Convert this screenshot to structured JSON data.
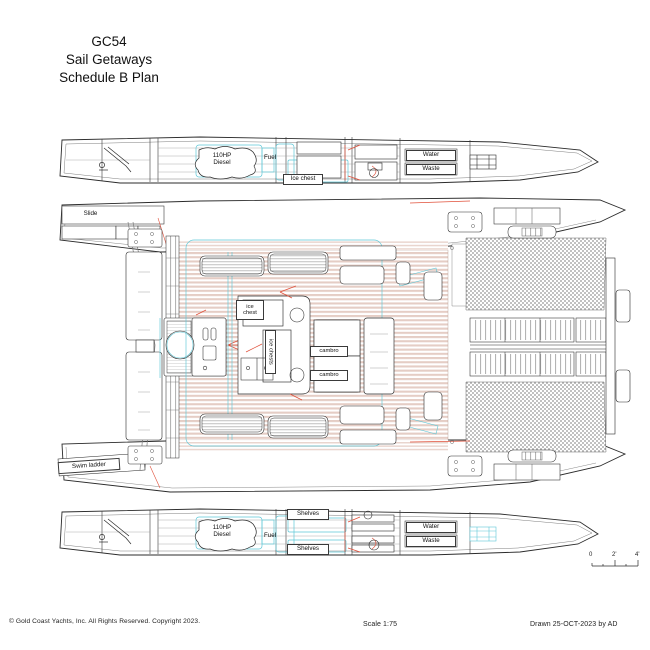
{
  "document": {
    "title_lines": [
      "GC54",
      "Sail Getaways",
      "Schedule B Plan"
    ],
    "drawing_type": "yacht-general-arrangement-plan"
  },
  "footer": {
    "copyright": "© Gold Coast Yachts, Inc. All Rights Reserved. Copyright 2023.",
    "scale": "Scale 1:75",
    "drawn": "Drawn 25-OCT-2023 by AD"
  },
  "scale_bar": {
    "ticks": [
      "0",
      "2'",
      "4'"
    ]
  },
  "views": {
    "top_hull": {
      "name": "upper hull plan",
      "labels": {
        "engine": "110HP\nDiesel",
        "engine_line1": "110HP",
        "engine_line2": "Diesel",
        "fuel": "Fuel",
        "ice_chest": "Ice chest",
        "water": "Water",
        "waste": "Waste"
      }
    },
    "main_deck": {
      "name": "main deck plan",
      "labels": {
        "slide": "Slide",
        "swim_ladder": "Swim ladder",
        "ice_chest_line1": "ice",
        "ice_chest_line2": "chest",
        "ice_chests": "ice chests",
        "cambro_1": "cambro",
        "cambro_2": "cambro"
      }
    },
    "bottom_hull": {
      "name": "lower hull plan",
      "labels": {
        "engine_line1": "110HP",
        "engine_line2": "Diesel",
        "fuel": "Fuel",
        "shelves_upper": "Shelves",
        "shelves_lower": "Shelves",
        "water": "Water",
        "waste": "Waste"
      }
    }
  },
  "colors": {
    "line": "#2b2b2b",
    "deck_stripe": "#d9b9ae",
    "cyan": "#5fc8d8",
    "red": "#e0503a",
    "net": "#8a8a8a",
    "paper": "#ffffff"
  }
}
